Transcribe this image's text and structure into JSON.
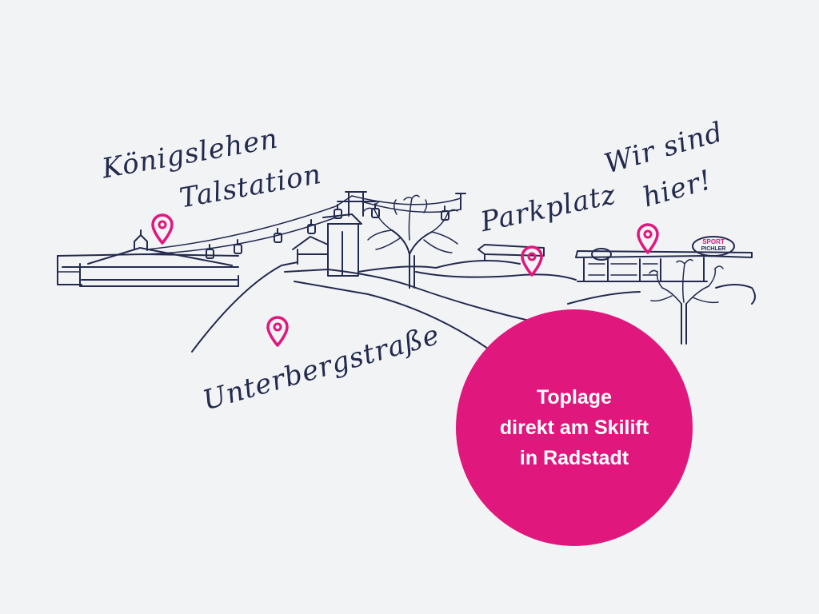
{
  "labels": {
    "koenigslehen": "Königslehen",
    "talstation": "Talstation",
    "parkplatz": "Parkplatz",
    "wir_sind": "Wir sind",
    "hier": "hier!",
    "unterbergstrasse": "Unterbergstraße"
  },
  "badge": {
    "line1": "Toplage",
    "line2": "direkt am Skilift",
    "line3": "in Radstadt"
  },
  "shop_sign": {
    "brand_top": "SPORT",
    "brand_bottom": "PICHLER"
  },
  "colors": {
    "background": "#f2f3f5",
    "ink": "#232a4e",
    "accent": "#e0177d",
    "badge_text": "#ffffff"
  },
  "markers": [
    {
      "icon": "map-pin-icon",
      "place": "Talstation"
    },
    {
      "icon": "map-pin-icon",
      "place": "Unterbergstraße"
    },
    {
      "icon": "map-pin-icon",
      "place": "Parkplatz"
    },
    {
      "icon": "map-pin-icon",
      "place": "Wir sind hier!"
    }
  ]
}
